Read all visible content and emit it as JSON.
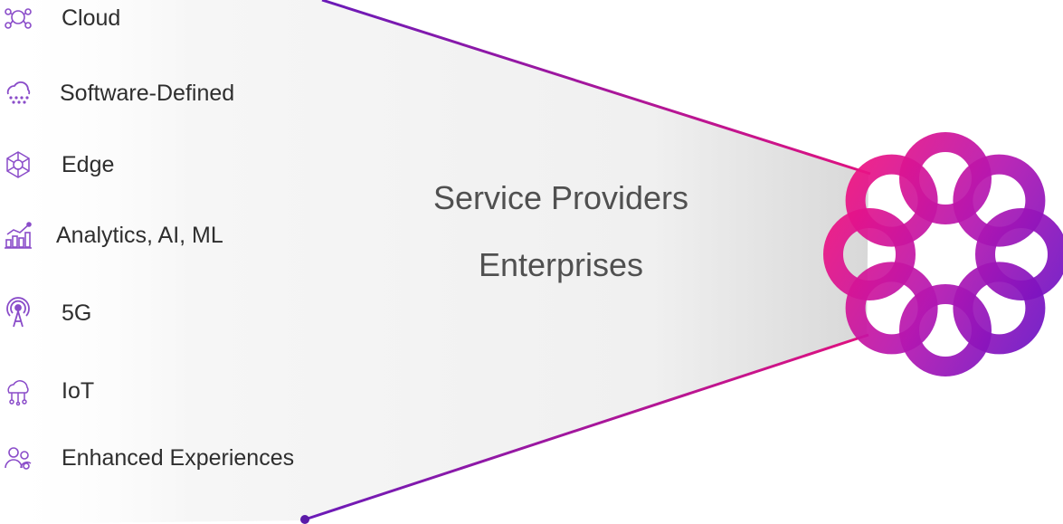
{
  "items": [
    {
      "label": "Cloud",
      "icon": "cloud-network-icon"
    },
    {
      "label": "Software-Defined",
      "icon": "software-defined-cloud-icon"
    },
    {
      "label": "Edge",
      "icon": "edge-mesh-icon"
    },
    {
      "label": "Analytics, AI, ML",
      "icon": "analytics-chart-icon"
    },
    {
      "label": "5G",
      "icon": "5g-antenna-icon"
    },
    {
      "label": "IoT",
      "icon": "iot-cloud-icon"
    },
    {
      "label": "Enhanced Experiences",
      "icon": "users-experience-icon"
    }
  ],
  "center": {
    "line1": "Service Providers",
    "line2": "Enterprises"
  },
  "colors": {
    "icon": "#8a4cc9",
    "text": "#2e2e2e",
    "center_text": "#505050",
    "gradient_magenta": "#ef0b80",
    "gradient_purple": "#7a14c6",
    "funnel_gray": "#e9e9e9"
  }
}
